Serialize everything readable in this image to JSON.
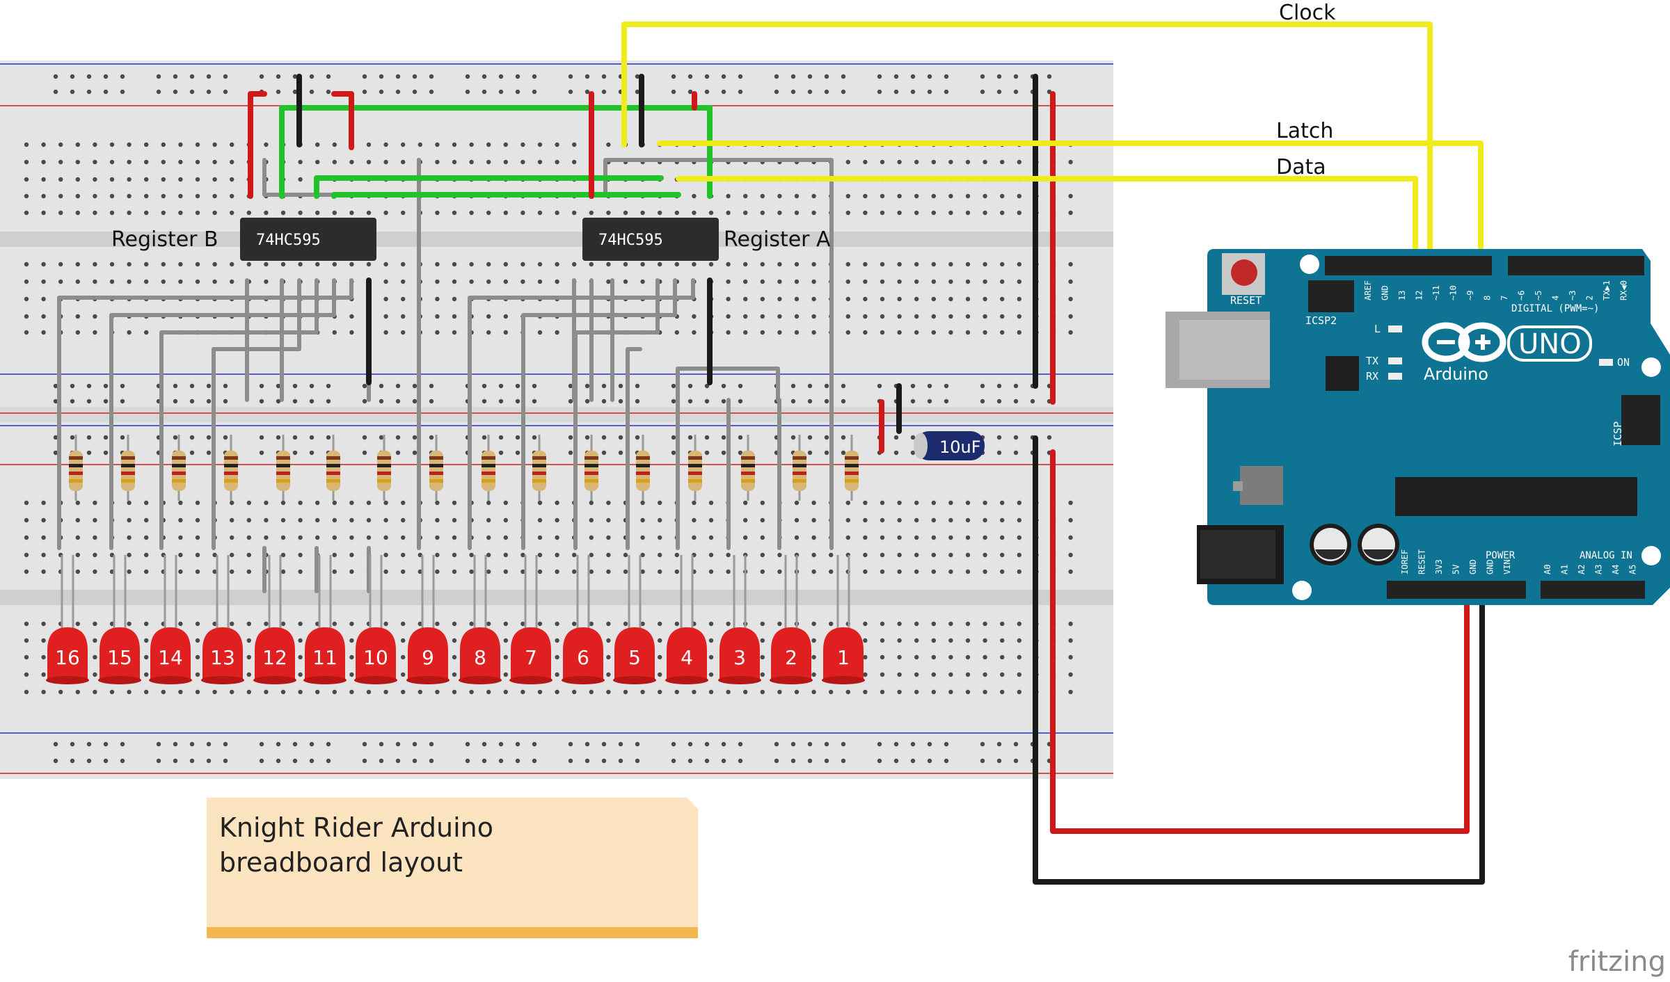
{
  "signals": {
    "clock": "Clock",
    "latch": "Latch",
    "data": "Data"
  },
  "registers": {
    "b_label": "Register B",
    "a_label": "Register A",
    "chip": "74HC595"
  },
  "capacitor": "10uF",
  "leds": [
    "16",
    "15",
    "14",
    "13",
    "12",
    "11",
    "10",
    "9",
    "8",
    "7",
    "6",
    "5",
    "4",
    "3",
    "2",
    "1"
  ],
  "arduino": {
    "reset": "RESET",
    "icsp2": "ICSP2",
    "icsp": "ICSP",
    "brand": "Arduino",
    "model": "UNO",
    "on": "ON",
    "l": "L",
    "tx": "TX",
    "rx": "RX",
    "digital": "DIGITAL (PWM=~)",
    "power": "POWER",
    "analog": "ANALOG IN",
    "digital_pins": [
      "AREF",
      "GND",
      "13",
      "12",
      "~11",
      "~10",
      "~9",
      "8",
      "7",
      "~6",
      "~5",
      "4",
      "~3",
      "2",
      "TX▶1",
      "RX◀0"
    ],
    "power_pins": [
      "IOREF",
      "RESET",
      "3V3",
      "5V",
      "GND",
      "GND",
      "VIN"
    ],
    "analog_pins": [
      "A0",
      "A1",
      "A2",
      "A3",
      "A4",
      "A5"
    ]
  },
  "note": "Knight Rider Arduino breadboard layout",
  "watermark": "fritzing",
  "colors": {
    "wire_yellow": "#f0ec1c",
    "wire_green": "#22c32a",
    "wire_red": "#d01818",
    "wire_black": "#1a1a1a",
    "wire_grey": "#8c8c8c",
    "led_red": "#e02020",
    "arduino_teal": "#0f7493",
    "breadboard": "#e4e4e4",
    "note_bg": "#fde4c1",
    "note_bar": "#f5b54f"
  }
}
